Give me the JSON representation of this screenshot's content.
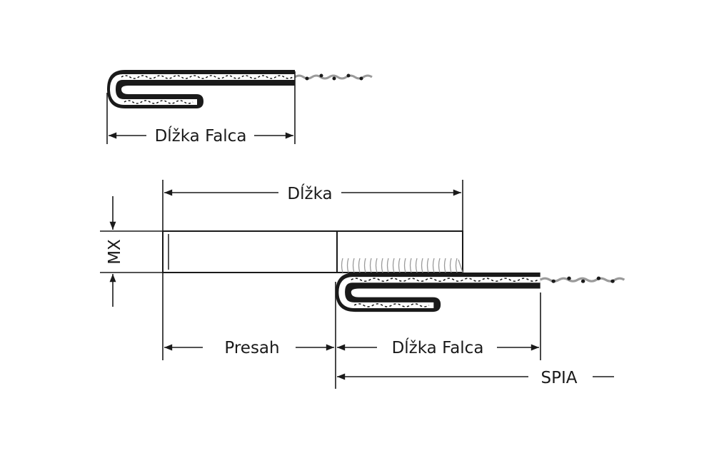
{
  "labels": {
    "top_fold_length": "Dĺžka Falca",
    "length": "Dĺžka",
    "mx": "MX",
    "overlap": "Presah",
    "bottom_fold_length": "Dĺžka Falca",
    "joint": "SPIA"
  },
  "colors": {
    "ink": "#1a1a1a",
    "fabric": "#9a9a9a"
  }
}
